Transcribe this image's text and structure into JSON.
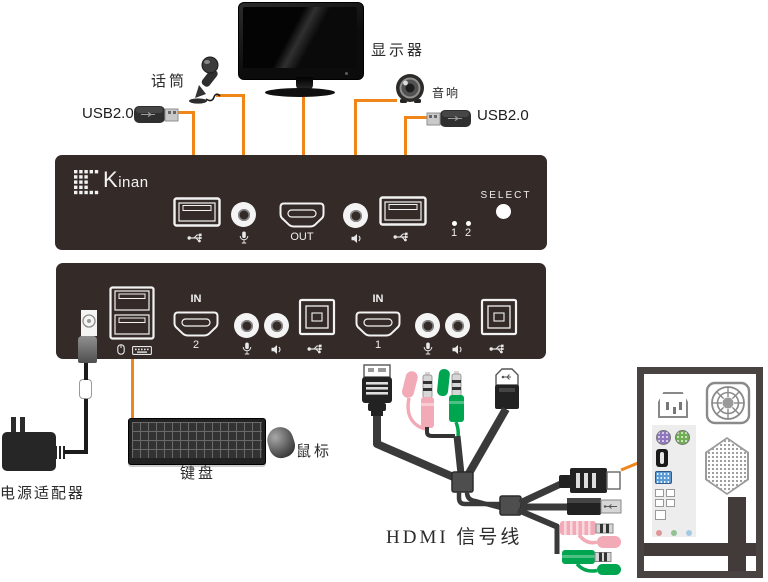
{
  "labels": {
    "monitor": "显示器",
    "microphone": "话筒",
    "speaker": "音响",
    "usb_left": "USB2.0",
    "usb_right": "USB2.0",
    "power_adapter": "电源适配器",
    "keyboard": "键盘",
    "mouse": "鼠标",
    "hdmi_cable": "HDMI 信号线"
  },
  "front_panel": {
    "brand": "Kinan",
    "hdmi_out": "OUT",
    "led1": "1",
    "led2": "2",
    "select": "SELECT"
  },
  "rear_panel": {
    "in_label": "IN",
    "port1": "1",
    "port2": "2"
  },
  "icons": {
    "usb": "usb-trident",
    "microphone": "microphone-glyph",
    "speaker": "speaker-glyph",
    "mouse": "mouse-glyph",
    "keyboard": "keyboard-glyph"
  },
  "colors": {
    "connection_line": "#F0861A",
    "panel_background": "#342B28",
    "audio_pink": "#F2AAB6",
    "audio_green": "#00A550",
    "vga_blue": "#5B9BD5",
    "ps2_purple": "#8F76BD",
    "ps2_green": "#6FAE53"
  }
}
